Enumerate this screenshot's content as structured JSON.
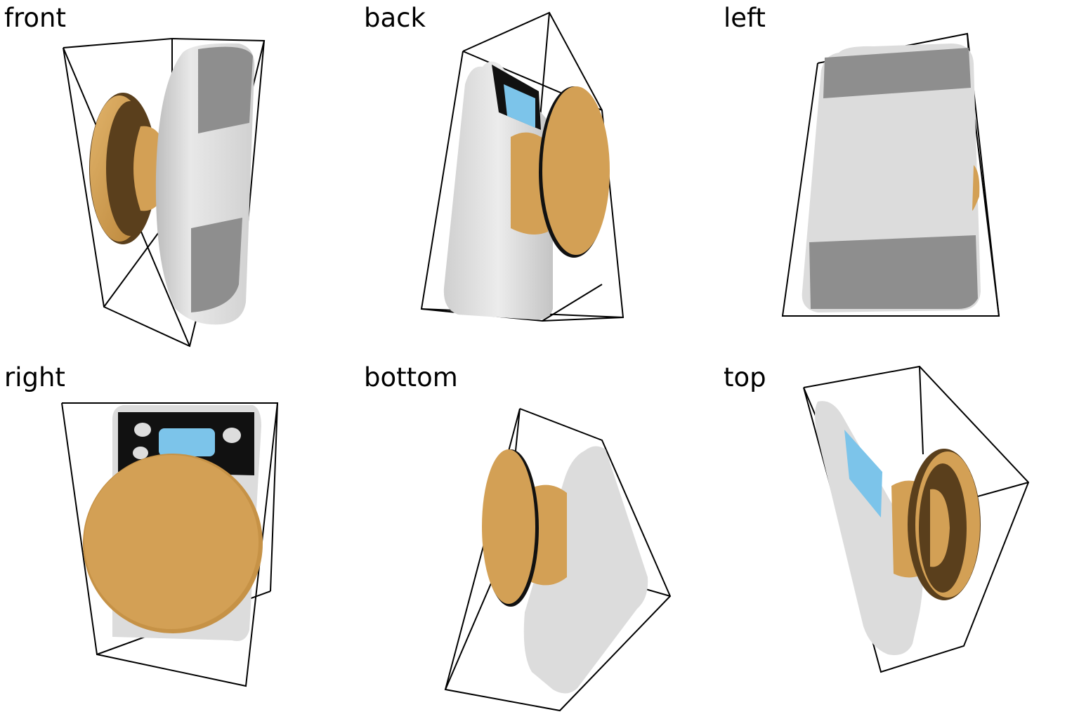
{
  "views": [
    {
      "label": "front"
    },
    {
      "label": "back"
    },
    {
      "label": "left"
    },
    {
      "label": "right"
    },
    {
      "label": "bottom"
    },
    {
      "label": "top"
    }
  ],
  "colors": {
    "body_white": "#dcdcdc",
    "body_shadow": "#b8b8b8",
    "pad_gray": "#8e8e8e",
    "disc_gold": "#d3a055",
    "disc_dark": "#5a3f1c",
    "display_black": "#111111",
    "display_blue": "#7cc4ea",
    "box_line": "#000000"
  }
}
